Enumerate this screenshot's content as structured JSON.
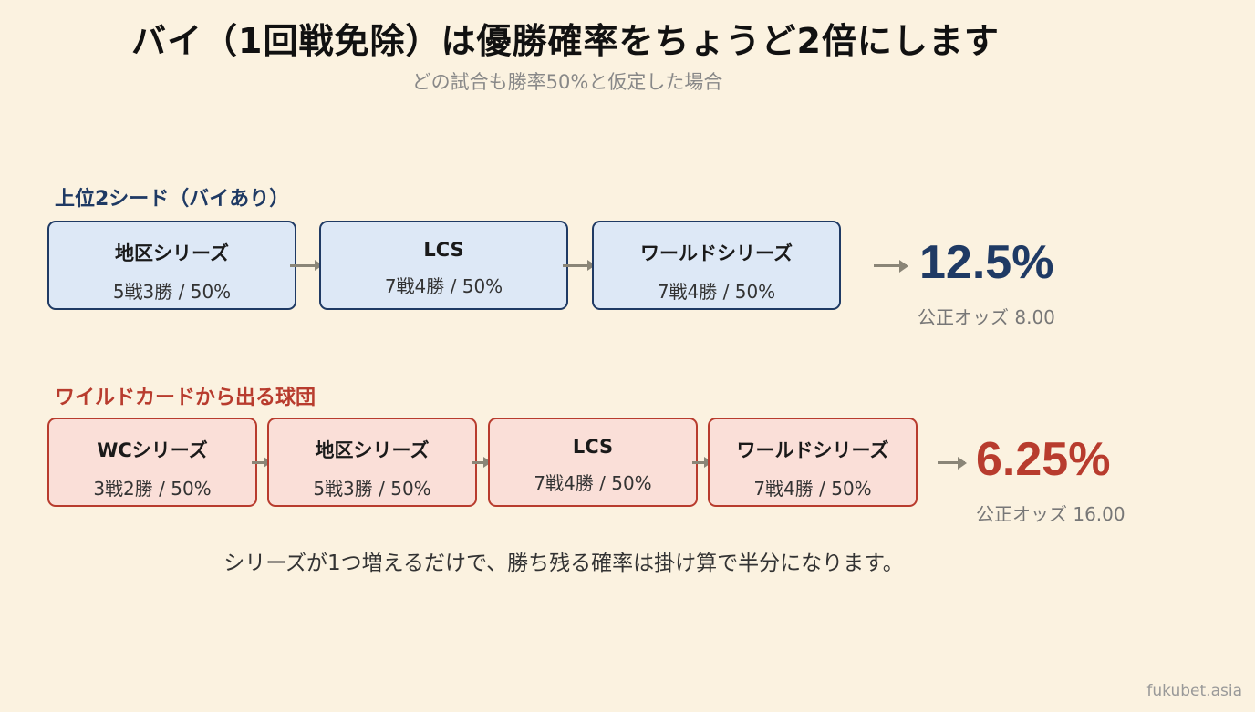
{
  "header": {
    "title": "バイ（1回戦免除）は優勝確率をちょうど2倍にします",
    "subtitle": "どの試合も勝率50%と仮定した場合"
  },
  "top_path": {
    "label": "上位2シード（バイあり）",
    "color": "#1f3a64",
    "stages": [
      {
        "name": "地区シリーズ",
        "detail": "5戦3勝 / 50%"
      },
      {
        "name": "LCS",
        "detail": "7戦4勝 / 50%"
      },
      {
        "name": "ワールドシリーズ",
        "detail": "7戦4勝 / 50%"
      }
    ],
    "result": "12.5%",
    "odds": "公正オッズ 8.00"
  },
  "bottom_path": {
    "label": "ワイルドカードから出る球団",
    "color": "#b83c2e",
    "stages": [
      {
        "name": "WCシリーズ",
        "detail": "3戦2勝 / 50%"
      },
      {
        "name": "地区シリーズ",
        "detail": "5戦3勝 / 50%"
      },
      {
        "name": "LCS",
        "detail": "7戦4勝 / 50%"
      },
      {
        "name": "ワールドシリーズ",
        "detail": "7戦4勝 / 50%"
      }
    ],
    "result": "6.25%",
    "odds": "公正オッズ 16.00"
  },
  "note": "シリーズが1つ増えるだけで、勝ち残る確率は掛け算で半分になります。",
  "footer": "fukubet.asia"
}
